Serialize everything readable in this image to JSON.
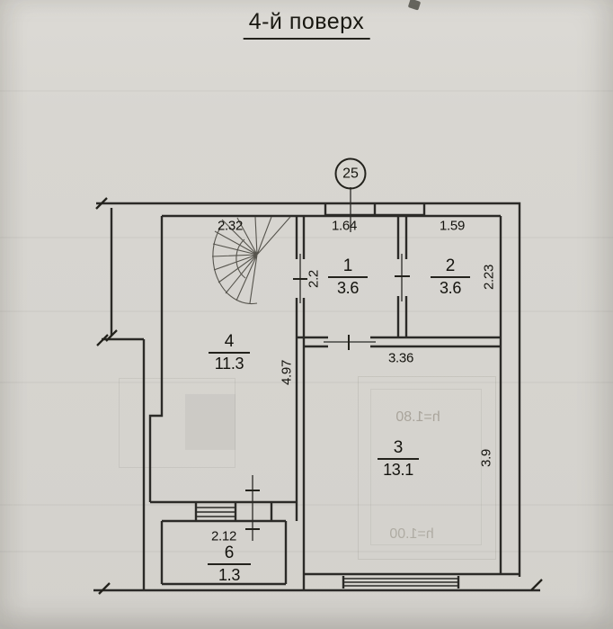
{
  "title": "4-й поверх",
  "axis": {
    "label": "25"
  },
  "rooms": [
    {
      "number": "1",
      "area": "3.6"
    },
    {
      "number": "2",
      "area": "3.6"
    },
    {
      "number": "3",
      "area": "13.1"
    },
    {
      "number": "4",
      "area": "11.3"
    },
    {
      "number": "6",
      "area": "1.3"
    }
  ],
  "dimensions": {
    "room4_top_width": "2.32",
    "room1_top_width": "1.64",
    "room2_top_width": "1.59",
    "room1_height": "2.2",
    "room2_height": "2.23",
    "room4_height": "4.97",
    "room3_top_width": "3.36",
    "room3_height": "3.9",
    "balcony_width": "2.12"
  },
  "bleedthrough_text": {
    "upper": "h=1.80",
    "lower": "h=1.00"
  },
  "colors": {
    "paper": "#d8d6d1",
    "ink": "#2b2a27"
  }
}
